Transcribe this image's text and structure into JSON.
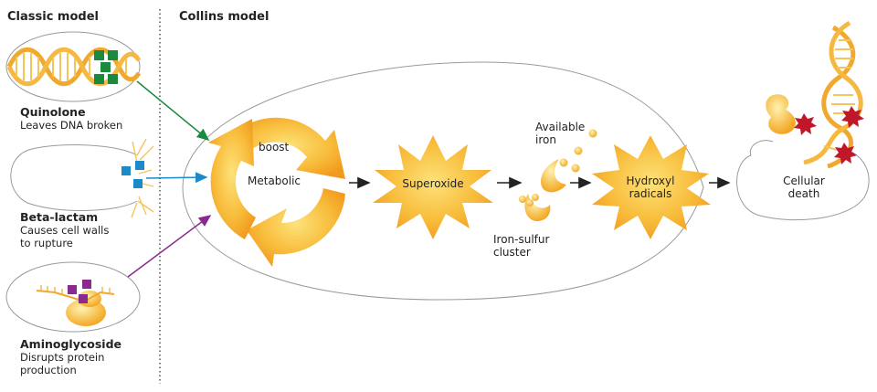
{
  "headers": {
    "classic": "Classic model",
    "collins": "Collins model"
  },
  "antibiotics": {
    "quinolone": {
      "name": "Quinolone",
      "desc": [
        "Leaves DNA broken"
      ]
    },
    "beta_lactam": {
      "name": "Beta-lactam",
      "desc": [
        "Causes cell walls",
        "to rupture"
      ]
    },
    "aminoglycoside": {
      "name": "Aminoglycoside",
      "desc": [
        "Disrupts protein",
        "production"
      ]
    }
  },
  "pathway": {
    "metabolic_boost": [
      "boost",
      "Metabolic"
    ],
    "superoxide": "Superoxide",
    "available_iron": [
      "Available",
      "iron"
    ],
    "iron_sulfur": [
      "Iron-sulfur",
      "cluster"
    ],
    "hydroxyl": [
      "Hydroxyl",
      "radicals"
    ],
    "cellular_death": [
      "Cellular",
      "death"
    ]
  },
  "colors": {
    "orange": "#f5a623",
    "orange_light": "#fbd35a",
    "dna": "#f0a92e",
    "green": "#1a8a3e",
    "blue": "#1a8ac8",
    "purple": "#8a2a8e",
    "damage_red": "#c0182b",
    "cell_outline": "#9a9a9a"
  }
}
